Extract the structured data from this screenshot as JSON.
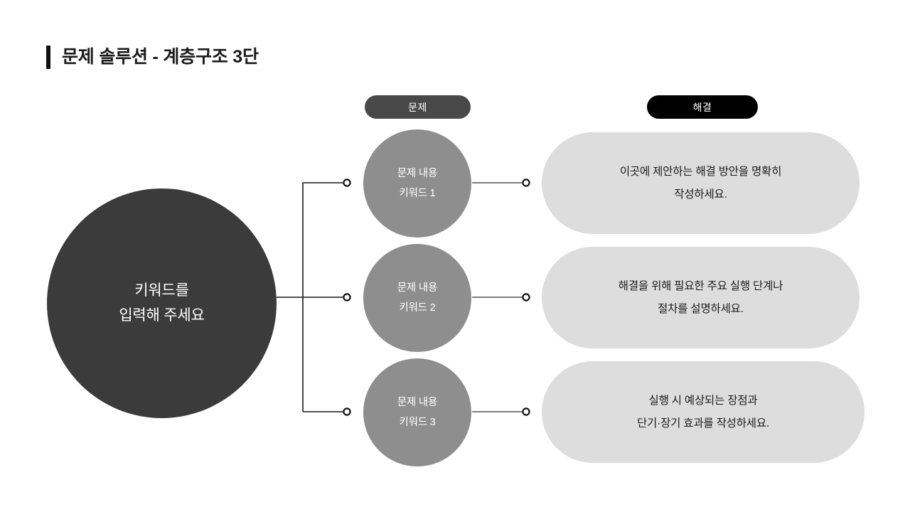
{
  "slide": {
    "title": "문제 솔루션 - 계층구조 3단",
    "background_color": "#ffffff"
  },
  "headers": {
    "problem": {
      "label": "문제",
      "color": "#484848"
    },
    "solution": {
      "label": "해결",
      "color": "#000000"
    }
  },
  "root": {
    "line1": "키워드를",
    "line2": "입력해 주세요",
    "color": "#3b3b3b",
    "text_color": "#ffffff"
  },
  "rows": [
    {
      "problem": {
        "line1": "문제 내용",
        "line2": "키워드 1",
        "color": "#8e8e8e"
      },
      "solution": {
        "line1": "이곳에 제안하는 해결 방안을 명확히",
        "line2": "작성하세요.",
        "color": "#dddddd"
      }
    },
    {
      "problem": {
        "line1": "문제 내용",
        "line2": "키워드 2",
        "color": "#8e8e8e"
      },
      "solution": {
        "line1": "해결을 위해 필요한 주요 실행 단계나",
        "line2": "절차를 설명하세요.",
        "color": "#dddddd"
      }
    },
    {
      "problem": {
        "line1": "문제 내용",
        "line2": "키워드 3",
        "color": "#8e8e8e"
      },
      "solution": {
        "line1": "실행 시 예상되는 장점과",
        "line2": "단기·장기 효과를 작성하세요.",
        "color": "#dddddd"
      }
    }
  ],
  "connectors": {
    "line_color": "#1a1a1a",
    "node_fill": "#ffffff",
    "node_stroke": "#111111"
  }
}
